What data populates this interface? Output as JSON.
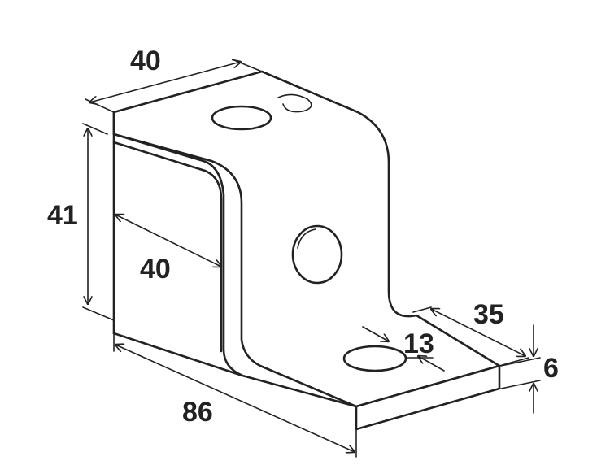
{
  "diagram": {
    "dimensions": {
      "top_depth": "40",
      "height": "41",
      "inner_depth": "40",
      "length": "86",
      "foot_length": "35",
      "hole_diameter": "13",
      "thickness": "6"
    }
  }
}
